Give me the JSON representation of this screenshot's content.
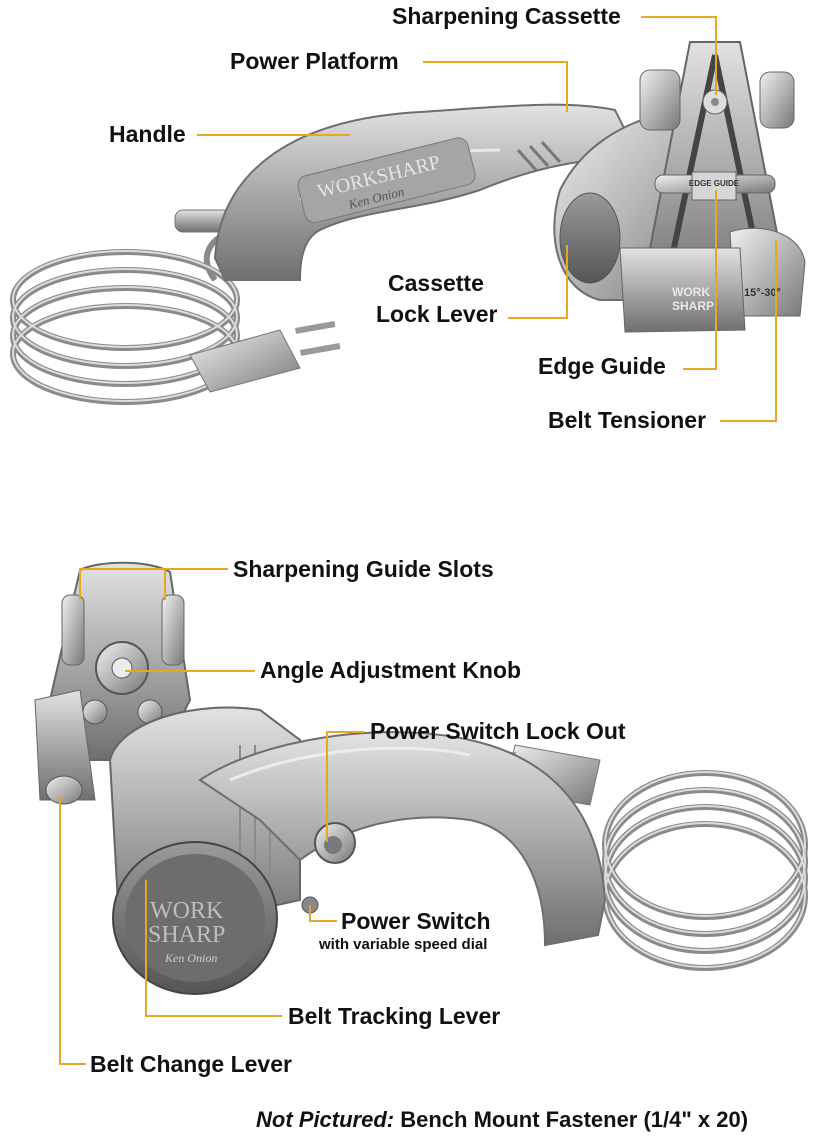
{
  "top_labels": {
    "sharpening_cassette": "Sharpening Cassette",
    "power_platform": "Power Platform",
    "handle": "Handle",
    "cassette_lock_lever_line1": "Cassette",
    "cassette_lock_lever_line2": "Lock Lever",
    "edge_guide": "Edge Guide",
    "belt_tensioner": "Belt Tensioner"
  },
  "top_device_text": {
    "brand": "WORKSHARP",
    "signature": "Ken Onion",
    "guide_plate": "EDGE GUIDE",
    "cassette_brand_1": "WORK",
    "cassette_brand_2": "SHARP",
    "angle_range": "15°-30°"
  },
  "bottom_labels": {
    "sharpening_guide_slots": "Sharpening Guide Slots",
    "angle_adjustment_knob": "Angle Adjustment Knob",
    "power_switch_lock_out": "Power Switch Lock Out",
    "power_switch": "Power Switch",
    "power_switch_sub": "with variable speed dial",
    "belt_tracking_lever": "Belt Tracking Lever",
    "belt_change_lever": "Belt Change Lever"
  },
  "bottom_device_text": {
    "brand_1": "WORK",
    "brand_2": "SHARP",
    "signature": "Ken Onion"
  },
  "footer": {
    "prefix": "Not Pictured:",
    "text": " Bench Mount Fastener (1/4\" x 20)"
  },
  "colors": {
    "leader": "#e6a823",
    "label_text": "#111111",
    "body_light": "#c9c9c9",
    "body_dark": "#7d7d7d"
  }
}
